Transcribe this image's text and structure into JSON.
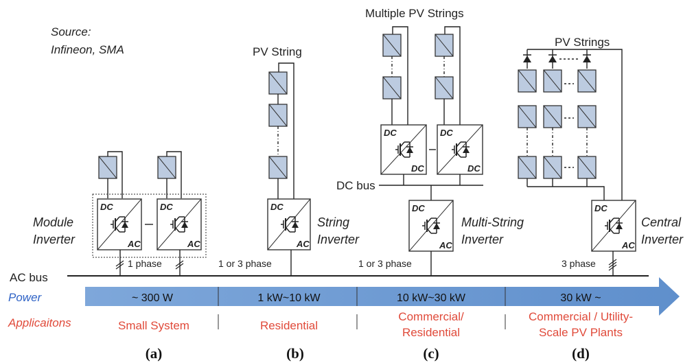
{
  "source_note": [
    "Source:",
    "Infineon, SMA"
  ],
  "labels": {
    "pv_string": "PV String",
    "multiple_pv_strings": "Multiple PV Strings",
    "pv_strings": "PV Strings",
    "dc_bus": "DC bus",
    "ac_bus": "AC bus",
    "module_inverter": [
      "Module",
      "Inverter"
    ],
    "string_inverter": [
      "String",
      "Inverter"
    ],
    "multi_string_inverter": [
      "Multi-String",
      "Inverter"
    ],
    "central_inverter": [
      "Central",
      "Inverter"
    ],
    "dc": "DC",
    "ac": "AC"
  },
  "phase_labels": {
    "a": "1 phase",
    "b": "1 or 3 phase",
    "c": "1 or 3 phase",
    "d": "3 phase"
  },
  "row_labels": {
    "power": "Power",
    "applications": "Applicaitons"
  },
  "power_ranges": [
    "~ 300 W",
    "1 kW~10 kW",
    "10 kW~30 kW",
    "30 kW ~"
  ],
  "applications": [
    [
      "Small System"
    ],
    [
      "Residential"
    ],
    [
      "Commercial/",
      "Residential"
    ],
    [
      "Commercial / Utility-",
      "Scale PV Plants"
    ]
  ],
  "panel_letters": [
    "(a)",
    "(b)",
    "(c)",
    "(d)"
  ],
  "colors": {
    "arrow_blue": "#6f9ad0",
    "panel_fill": "#bccbe0",
    "application_red": "#e04a3a",
    "power_blue": "#2f63c6",
    "line": "#222222"
  }
}
